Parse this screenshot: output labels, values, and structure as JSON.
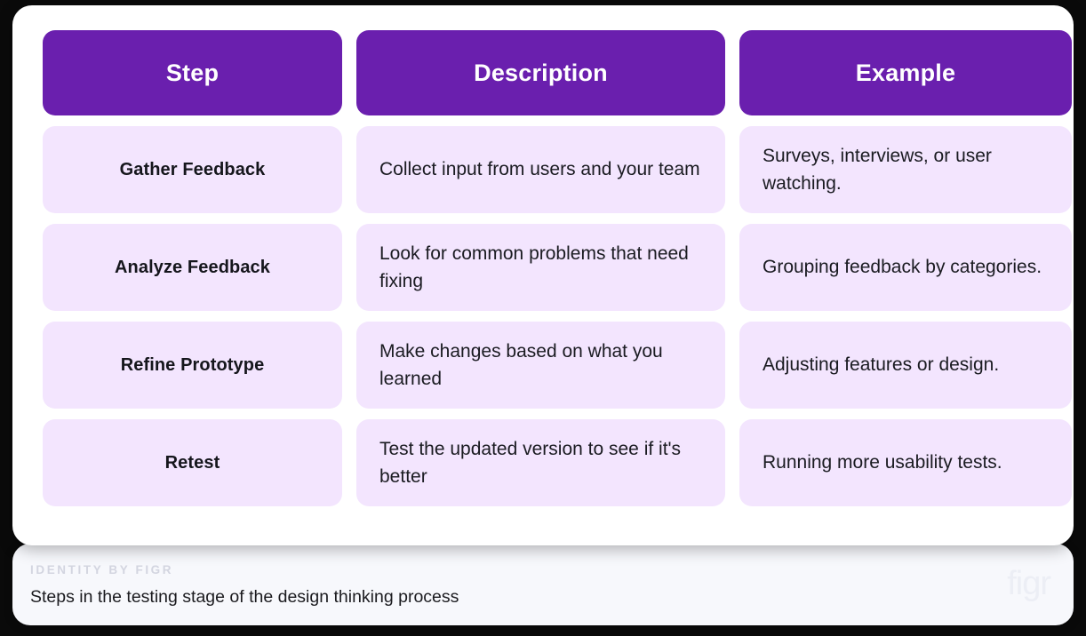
{
  "table": {
    "columns": [
      {
        "key": "step",
        "label": "Step"
      },
      {
        "key": "description",
        "label": "Description"
      },
      {
        "key": "example",
        "label": "Example"
      }
    ],
    "rows": [
      {
        "step": "Gather Feedback",
        "description": "Collect input from users and your team",
        "example": "Surveys, interviews, or user watching."
      },
      {
        "step": "Analyze Feedback",
        "description": "Look for common problems that need fixing",
        "example": "Grouping feedback by categories."
      },
      {
        "step": "Refine Prototype",
        "description": "Make changes based on what you learned",
        "example": "Adjusting features or design."
      },
      {
        "step": "Retest",
        "description": "Test the updated version to see if it's better",
        "example": "Running more usability tests."
      }
    ]
  },
  "footer": {
    "eyebrow": "IDENTITY BY FIGR",
    "caption": "Steps in the testing stage of the design thinking process",
    "watermark": "figr"
  },
  "colors": {
    "header_purple": "#6a1fae",
    "cell_lavender": "#f3e5fe",
    "card_background": "#ffffff",
    "footer_background": "#f7f8fc",
    "page_background": "#0a0a0a",
    "header_text": "#ffffff",
    "body_text": "#1a1b21",
    "eyebrow_text": "#d3d5e0",
    "watermark_text": "#eceef5"
  }
}
